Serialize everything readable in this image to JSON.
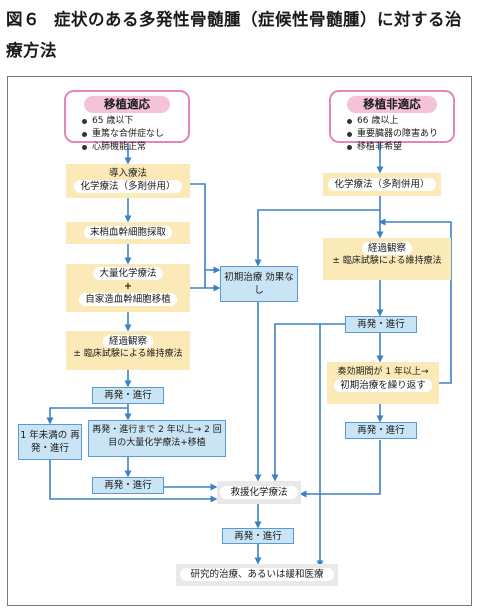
{
  "title": {
    "figure_label": "図６",
    "text": "症状のある多発性骨髄腫（症候性骨髄腫）に対する治療方法"
  },
  "colors": {
    "pink_border": "#e486b9",
    "pink_header": "#f4c3d8",
    "yellow_box": "#fbeab8",
    "blue_box": "#c9e4f4",
    "gray_box": "#e9e9e9",
    "arrow": "#3b82c4"
  },
  "boxes": {
    "eligible": {
      "header": "移植適応",
      "items": [
        "65 歳以下",
        "重篤な合併症なし",
        "心肺機能正常"
      ]
    },
    "ineligible": {
      "header": "移植非適応",
      "items": [
        "66 歳以上",
        "重要臓器の障害あり",
        "移植非希望"
      ]
    },
    "induction": {
      "line1": "導入療法",
      "line2": "化学療法（多剤併用）"
    },
    "harvest": {
      "line1": "末梢血幹細胞採取"
    },
    "high_dose": {
      "line1": "大量化学療法",
      "line2": "+",
      "line3": "自家造血幹細胞移植"
    },
    "observation_left": {
      "line1": "経過観察",
      "line2": "± 臨床試験による維持療法"
    },
    "relapse_left": {
      "line1": "再発・進行"
    },
    "under_one_year": {
      "line1": "1 年未満の",
      "line2": "再発・進行"
    },
    "over_two_years": {
      "line1": "再発・進行まで 2 年以上→",
      "line2": "2 回目の大量化学療法+移植"
    },
    "relapse_left2": {
      "line1": "再発・進行"
    },
    "initial_ineffective": {
      "line1": "初期治療",
      "line2": "効果なし"
    },
    "chemo_right": {
      "line1": "化学療法（多剤併用）"
    },
    "observation_right": {
      "line1": "経過観察",
      "line2": "± 臨床試験による維持療法"
    },
    "relapse_right": {
      "line1": "再発・進行"
    },
    "response_over_year": {
      "line1": "奏効期間が 1 年以上→",
      "line2": "初期治療を繰り返す"
    },
    "relapse_right2": {
      "line1": "再発・進行"
    },
    "salvage": {
      "line1": "救援化学療法"
    },
    "relapse_bottom": {
      "line1": "再発・進行"
    },
    "final": {
      "line1": "研究的治療、あるいは緩和医療"
    }
  }
}
